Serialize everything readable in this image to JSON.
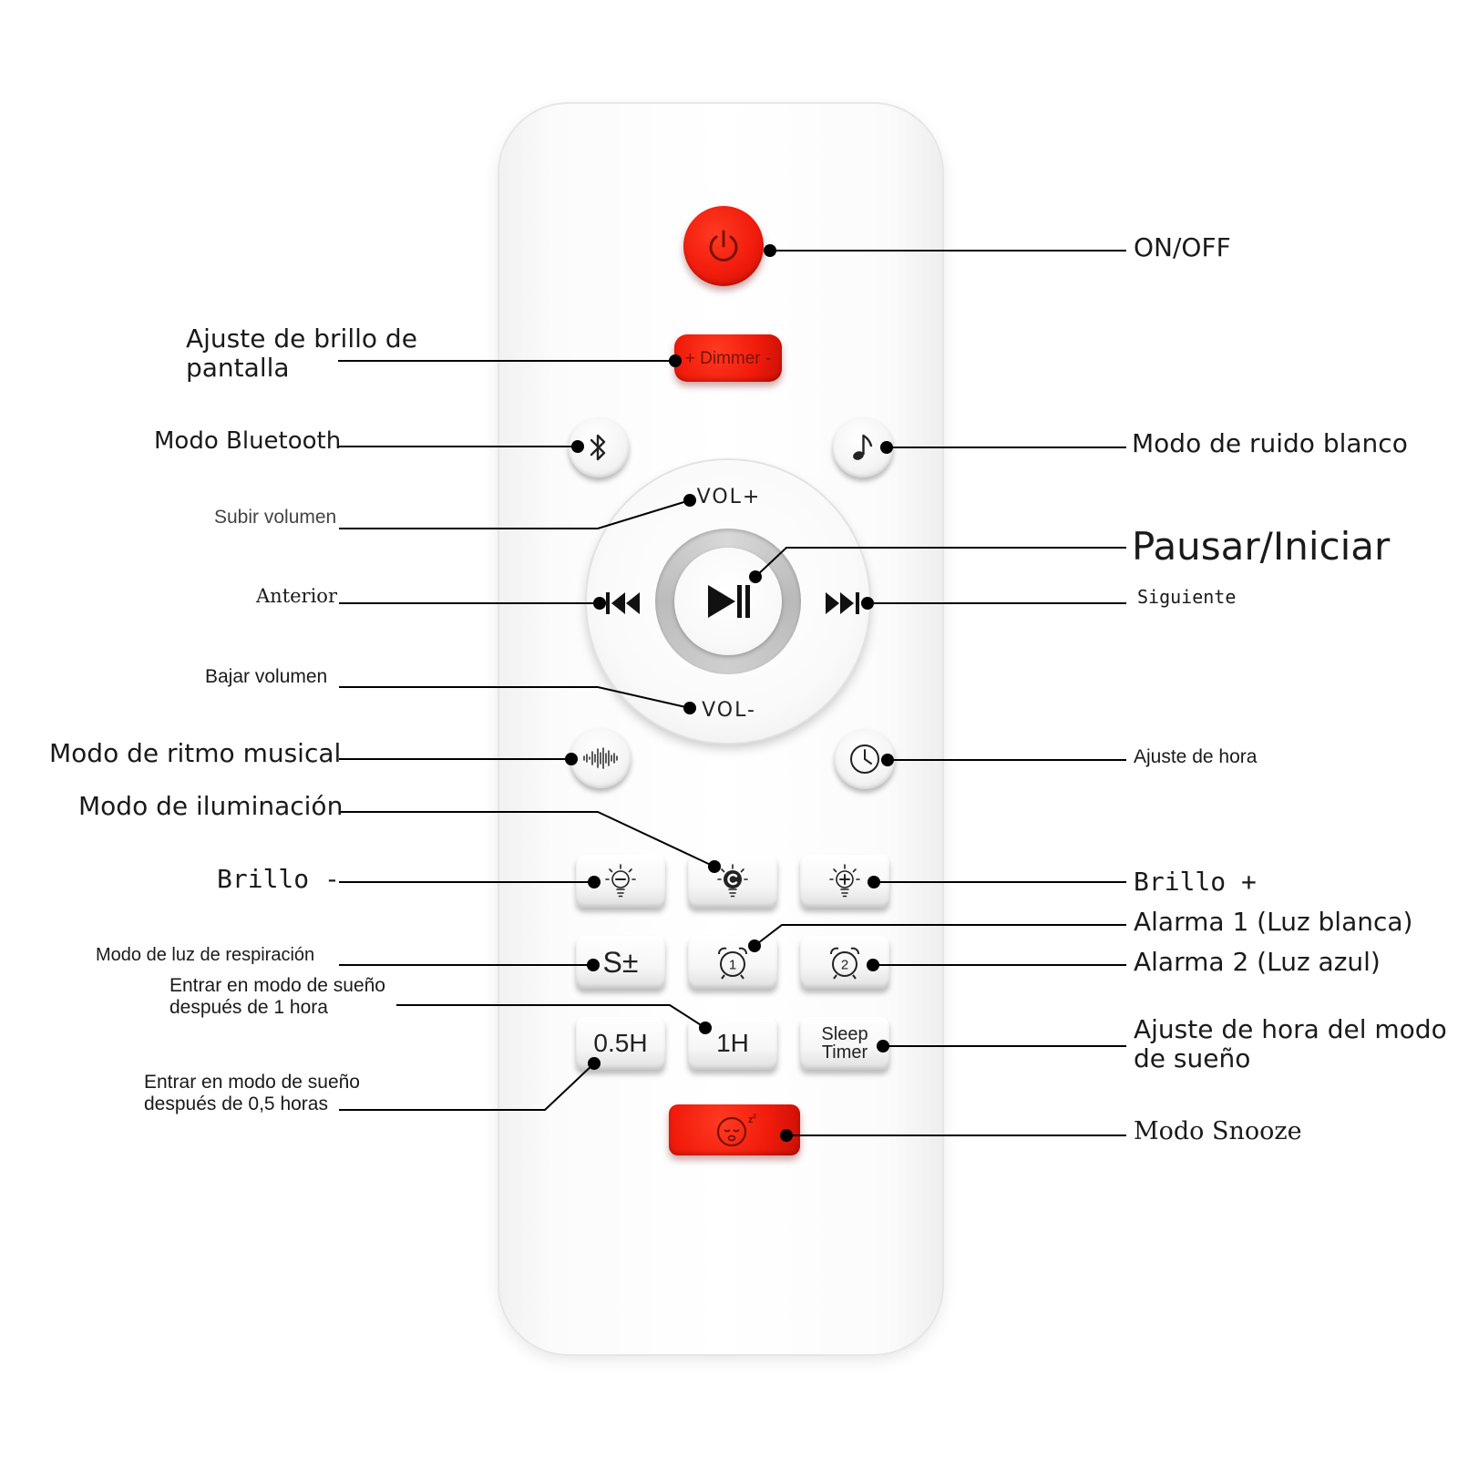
{
  "remote": {
    "dimmer_label": "+ Dimmer -",
    "vol_up": "VOL+",
    "vol_down": "VOL-",
    "key_breath": "S±",
    "key_05h": "0.5H",
    "key_1h": "1H",
    "key_sleep_line1": "Sleep",
    "key_sleep_line2": "Timer"
  },
  "icons": {
    "power": "power-icon",
    "bluetooth": "bluetooth-icon",
    "music_note": "music-note-icon",
    "play_pause": "play-pause-icon",
    "previous": "previous-track-icon",
    "next": "next-track-icon",
    "rhythm": "sound-wave-icon",
    "clock": "clock-icon",
    "bulb_minus": "bulb-minus-icon",
    "bulb_mode": "bulb-mode-icon",
    "bulb_plus": "bulb-plus-icon",
    "alarm_1": "alarm-clock-1-icon",
    "alarm_2": "alarm-clock-2-icon",
    "snooze": "snooze-face-icon"
  },
  "annotations": {
    "on_off": "ON/OFF",
    "dimmer": "Ajuste de brillo de pantalla",
    "bluetooth": "Modo Bluetooth",
    "white_noise": "Modo de ruido blanco",
    "vol_up": "Subir volumen",
    "play_pause": "Pausar/Iniciar",
    "previous": "Anterior",
    "next": "Siguiente",
    "vol_down": "Bajar volumen",
    "rhythm": "Modo de ritmo musical",
    "time_set": "Ajuste de hora",
    "lighting_mode": "Modo de iluminación",
    "brightness_minus": "Brillo -",
    "brightness_plus": "Brillo +",
    "alarm_1": "Alarma 1 (Luz blanca)",
    "breathing": "Modo de luz de respiración",
    "alarm_2": "Alarma 2 (Luz azul)",
    "sleep_1h": "Entrar en modo de sueño después de 1 hora",
    "sleep_timer": "Ajuste de hora del modo de sueño",
    "sleep_05h": "Entrar en modo de sueño después de 0,5 horas",
    "snooze": "Modo Snooze"
  },
  "colors": {
    "button_red": "#f21c0c",
    "leader_line": "#000000"
  }
}
